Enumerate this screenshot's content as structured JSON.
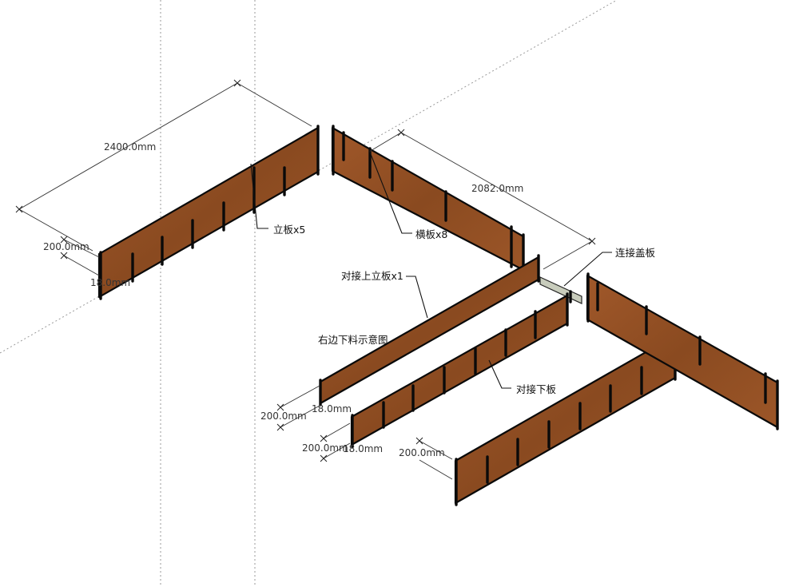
{
  "colors": {
    "wood_dark": "#7a3f18",
    "wood_mid": "#9a5526",
    "wood_light": "#b0683a",
    "cover_plate": "#c8ccbc",
    "outline": "#0a0a0a",
    "guide": "#9a9a9a"
  },
  "dimensions": {
    "length_2400": "2400.0mm",
    "length_2082": "2082.0mm",
    "height_left": "200.0mm",
    "thick_left": "18.0mm",
    "height_mid": "200.0mm",
    "thick_mid": "18.0mm",
    "height_low": "200.0mm",
    "thick_low": "18.0mm",
    "height_front": "200.0mm"
  },
  "labels": {
    "vertical_board": "立板x5",
    "horizontal_board": "横板x8",
    "joint_upper_vertical": "对接上立板x1",
    "cover_plate": "连接盖板",
    "right_side_cut": "右边下料示意图",
    "joint_lower": "对接下板"
  }
}
